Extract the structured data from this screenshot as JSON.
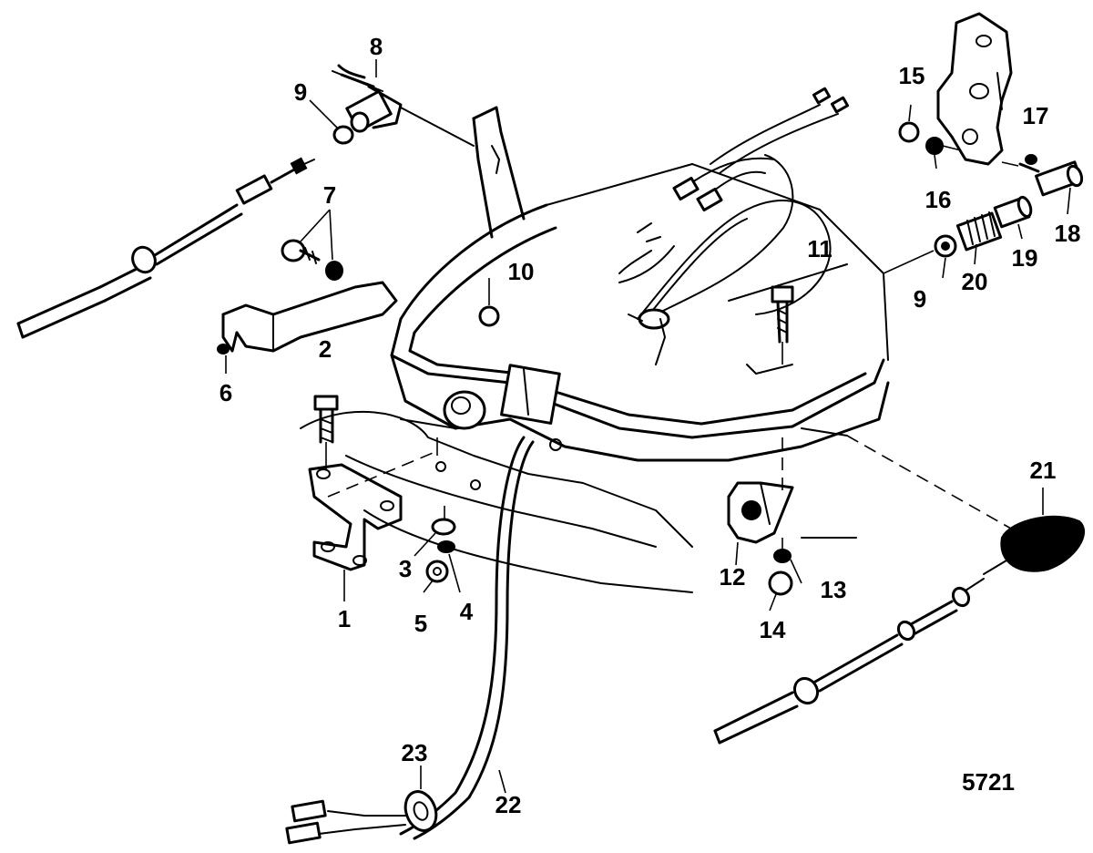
{
  "callouts": [
    {
      "id": "1",
      "label": "1"
    },
    {
      "id": "2",
      "label": "2"
    },
    {
      "id": "3",
      "label": "3"
    },
    {
      "id": "4",
      "label": "4"
    },
    {
      "id": "5",
      "label": "5"
    },
    {
      "id": "6",
      "label": "6"
    },
    {
      "id": "7",
      "label": "7"
    },
    {
      "id": "8",
      "label": "8"
    },
    {
      "id": "9a",
      "label": "9"
    },
    {
      "id": "9b",
      "label": "9"
    },
    {
      "id": "10",
      "label": "10"
    },
    {
      "id": "11",
      "label": "11"
    },
    {
      "id": "12",
      "label": "12"
    },
    {
      "id": "13",
      "label": "13"
    },
    {
      "id": "14",
      "label": "14"
    },
    {
      "id": "15",
      "label": "15"
    },
    {
      "id": "16",
      "label": "16"
    },
    {
      "id": "17",
      "label": "17"
    },
    {
      "id": "18",
      "label": "18"
    },
    {
      "id": "19",
      "label": "19"
    },
    {
      "id": "20",
      "label": "20"
    },
    {
      "id": "21",
      "label": "21"
    },
    {
      "id": "22",
      "label": "22"
    },
    {
      "id": "23",
      "label": "23"
    }
  ],
  "figure_number": "5721"
}
